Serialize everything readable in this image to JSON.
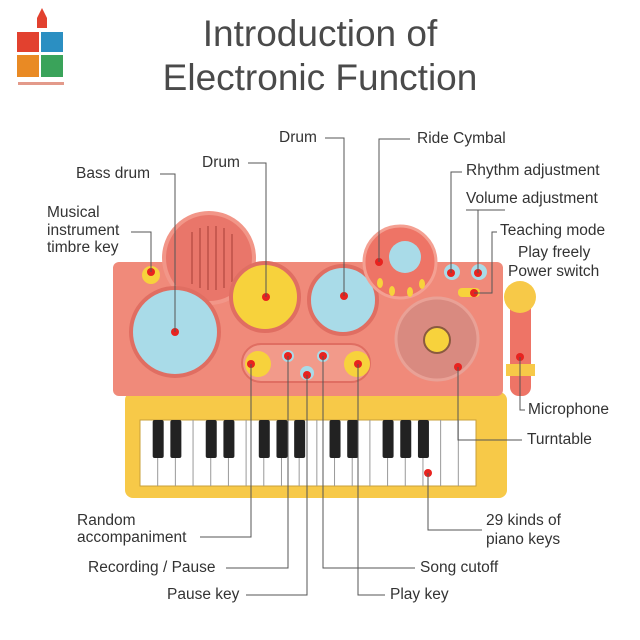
{
  "title": {
    "line1": "Introduction of",
    "line2": "Electronic Function"
  },
  "labels": {
    "bass_drum": "Bass drum",
    "drum_left": "Drum",
    "drum_right": "Drum",
    "ride_cymbal": "Ride Cymbal",
    "rhythm": "Rhythm adjustment",
    "volume": "Volume adjustment",
    "teaching": "Teaching mode",
    "play_freely": "Play freely",
    "power": "Power switch",
    "timbre_1": "Musical",
    "timbre_2": "instrument",
    "timbre_3": "timbre key",
    "microphone": "Microphone",
    "turntable": "Turntable",
    "keys_1": "29 kinds of",
    "keys_2": "piano keys",
    "random_1": "Random",
    "random_2": "accompaniment",
    "recording": "Recording / Pause",
    "pause": "Pause key",
    "song_cutoff": "Song cutoff",
    "play": "Play key"
  },
  "colors": {
    "panel": "#f08a7a",
    "yellow": "#f7c948",
    "blue": "#a9dbe8",
    "dot": "#e8231f"
  }
}
